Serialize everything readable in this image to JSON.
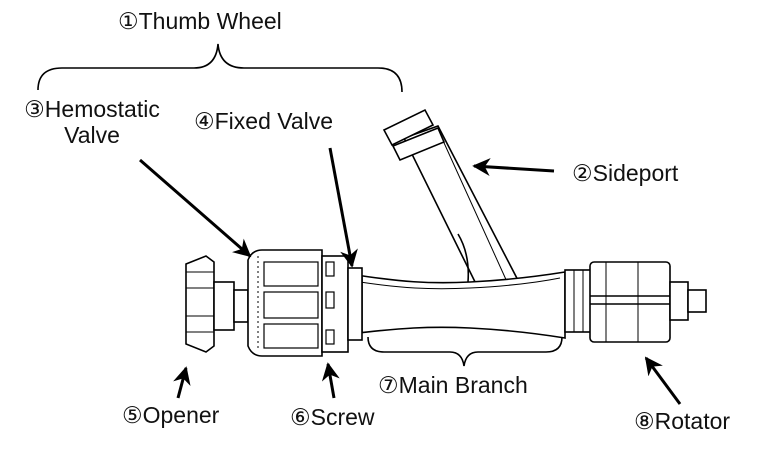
{
  "labels": {
    "thumb_wheel": "①Thumb Wheel",
    "hemostatic_valve_line1": "③Hemostatic",
    "hemostatic_valve_line2": "Valve",
    "fixed_valve": "④Fixed Valve",
    "sideport": "②Sideport",
    "main_branch": "⑦Main Branch",
    "opener": "⑤Opener",
    "screw": "⑥Screw",
    "rotator": "⑧Rotator"
  },
  "colors": {
    "stroke": "#000000",
    "fill": "#ffffff"
  }
}
